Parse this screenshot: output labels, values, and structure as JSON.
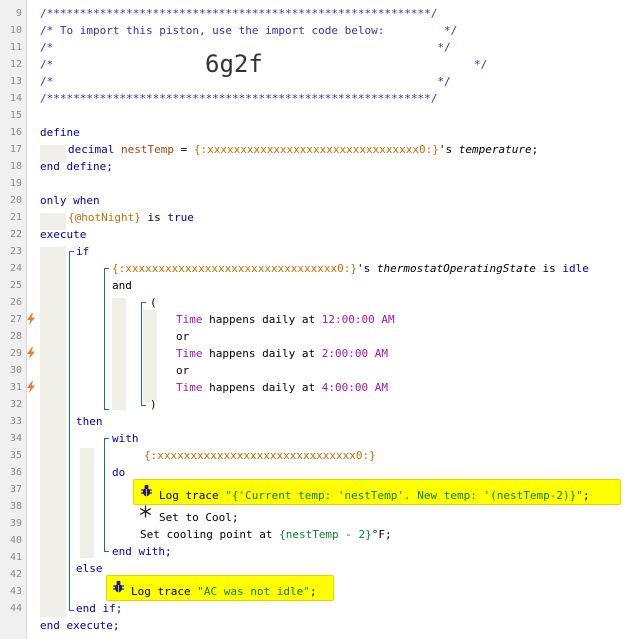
{
  "line_numbers": [
    "9",
    "10",
    "11",
    "12",
    "13",
    "14",
    "15",
    "16",
    "17",
    "18",
    "19",
    "20",
    "21",
    "22",
    "23",
    "24",
    "25",
    "26",
    "27",
    "28",
    "29",
    "30",
    "31",
    "32",
    "33",
    "34",
    "35",
    "36",
    "37",
    "38",
    "39",
    "40",
    "41",
    "42",
    "43",
    "44"
  ],
  "header": {
    "border": "/**********************************************************/",
    "line1": "/* To import this piston, use the import code below:         */",
    "line2": "/*                                                          */",
    "line3": "/*",
    "line3_end": "*/",
    "line4": "/*                                                          */",
    "import_code": "6g2f"
  },
  "define": {
    "keyword": "define",
    "type": "decimal",
    "var": "nestTemp",
    "eq": " = ",
    "device": "{:xxxxxxxxxxxxxxxxxxxxxxxxxxxxxxxx0:}",
    "attr_pre": "'s ",
    "attr": "temperature",
    "end": ";",
    "end_define": "end define;"
  },
  "only_when": {
    "keyword": "only when",
    "var": "{@hotNight}",
    "is": " is ",
    "val": "true"
  },
  "execute": {
    "keyword": "execute",
    "if": "if",
    "cond_device": "{:xxxxxxxxxxxxxxxxxxxxxxxxxxxxxxxx0:}",
    "cond_attr_pre": "'s ",
    "cond_attr": "thermostatOperatingState",
    "cond_is": " is ",
    "cond_val": "idle",
    "and": "and",
    "open_paren": "(",
    "close_paren": ")",
    "or": "or",
    "triggers": [
      {
        "word": "Time",
        "text": " happens daily at ",
        "time": "12:00:00 AM"
      },
      {
        "word": "Time",
        "text": " happens daily at ",
        "time": "2:00:00 AM"
      },
      {
        "word": "Time",
        "text": " happens daily at ",
        "time": "4:00:00 AM"
      }
    ],
    "then": "then",
    "with": "with",
    "with_device": "{:xxxxxxxxxxxxxxxxxxxxxxxxxxxxxx0:}",
    "do": "do",
    "log1_pre": "Log trace ",
    "log1_str": "\"{'Current temp: 'nestTemp'. New temp: '(nestTemp-2)}\"",
    "log1_end": ";",
    "cool": "Set to Cool;",
    "setpoint_pre": "Set cooling point at ",
    "setpoint_expr": "{nestTemp - 2}",
    "setpoint_end": "°F;",
    "end_with": "end with;",
    "else": "else",
    "log2_pre": "Log trace ",
    "log2_str": "\"AC was not idle\"",
    "log2_end": ";",
    "end_if": "end if;",
    "end_execute": "end execute;"
  },
  "colors": {
    "keyword": "#0000a8",
    "comment": "#3333aa",
    "device": "#c07000",
    "trigger": "#9f1a9f",
    "highlight": "#ffff00",
    "guide": "#1b62c9"
  }
}
